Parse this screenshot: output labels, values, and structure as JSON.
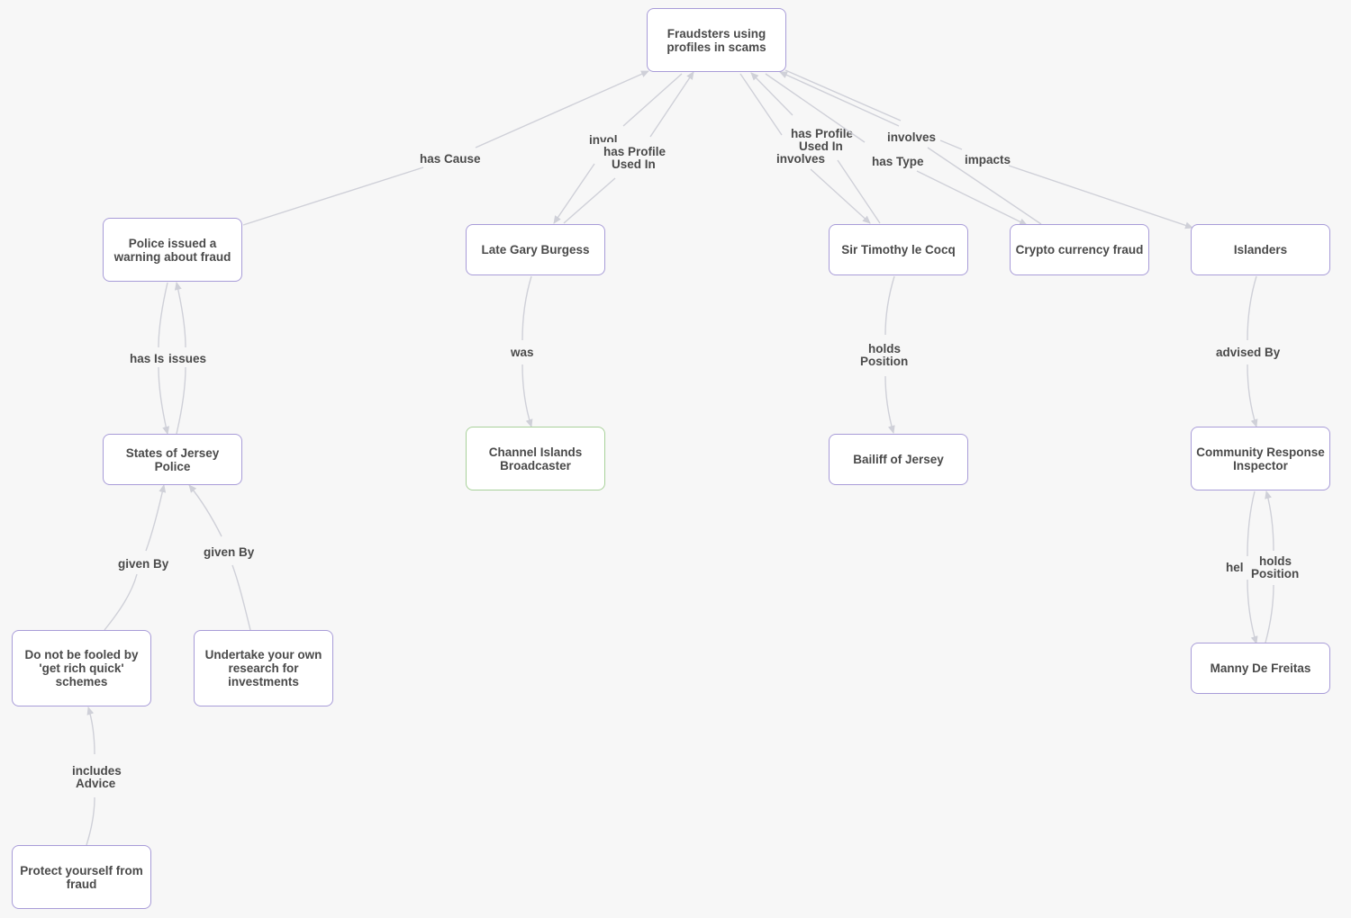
{
  "nodes": {
    "fraudsters": "Fraudsters using profiles in scams",
    "police_warning": "Police issued a warning about fraud",
    "gary": "Late Gary Burgess",
    "timothy": "Sir Timothy le Cocq",
    "crypto": "Crypto currency fraud",
    "islanders": "Islanders",
    "jersey_police": "States of Jersey Police",
    "channel_islands": "Channel Islands Broadcaster",
    "bailiff": "Bailiff of Jersey",
    "community_inspector": "Community Response Inspector",
    "get_rich": "Do not be fooled by 'get rich quick' schemes",
    "undertake": "Undertake your own research for investments",
    "manny": "Manny De Freitas",
    "protect": "Protect yourself from fraud"
  },
  "edges": {
    "has_cause": "has Cause",
    "involves_gary": "invol",
    "profile_gary": "has Profile Used In",
    "profile_timothy": "has Profile Used In",
    "involves_timothy": "involves",
    "has_type": "has Type",
    "involves_crypto": "involves",
    "impacts": "impacts",
    "has_is": "has Is",
    "issues": "issues",
    "was": "was",
    "holds_position_bailiff": "holds Position",
    "advised_by": "advised By",
    "given_by_1": "given By",
    "given_by_2": "given By",
    "hel": "hel",
    "holds_position_manny": "holds Position",
    "includes_advice": "includes Advice"
  },
  "colors": {
    "node_border": "#a89cd8",
    "node_border_green": "#a8d19a",
    "edge": "#cfd0d8",
    "text": "#4a4a4a",
    "background": "#f7f7f7"
  }
}
